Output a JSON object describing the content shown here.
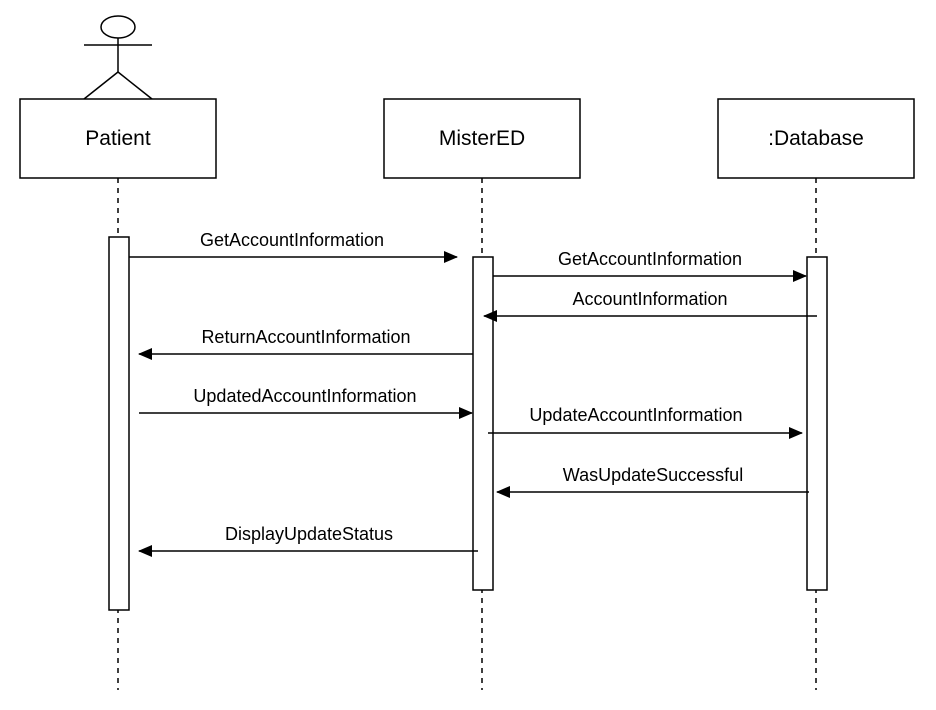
{
  "lifelines": [
    {
      "id": "patient",
      "label": "Patient",
      "actor": true
    },
    {
      "id": "mistered",
      "label": "MisterED",
      "actor": false
    },
    {
      "id": "database",
      "label": ":Database",
      "actor": false
    }
  ],
  "messages": [
    {
      "label": "GetAccountInformation",
      "from": "patient",
      "to": "mistered"
    },
    {
      "label": "GetAccountInformation",
      "from": "mistered",
      "to": "database"
    },
    {
      "label": "AccountInformation",
      "from": "database",
      "to": "mistered"
    },
    {
      "label": "ReturnAccountInformation",
      "from": "mistered",
      "to": "patient"
    },
    {
      "label": "UpdatedAccountInformation",
      "from": "patient",
      "to": "mistered"
    },
    {
      "label": "UpdateAccountInformation",
      "from": "mistered",
      "to": "database"
    },
    {
      "label": "WasUpdateSuccessful",
      "from": "database",
      "to": "mistered"
    },
    {
      "label": "DisplayUpdateStatus",
      "from": "mistered",
      "to": "patient"
    }
  ]
}
